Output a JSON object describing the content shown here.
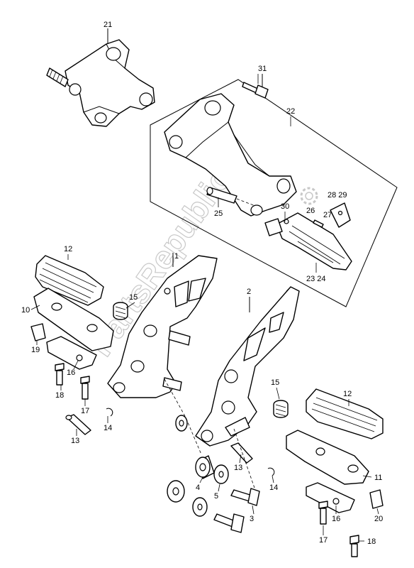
{
  "diagram": {
    "watermark": "PartsRepublic",
    "labels": {
      "p21": "21",
      "p31": "31",
      "p22": "22",
      "p28_29": "28 29",
      "p26": "26",
      "p27": "27",
      "p30": "30",
      "p25": "25",
      "p23_24": "23 24",
      "p12a": "12",
      "p1": "1",
      "p15a": "15",
      "p10": "10",
      "p19": "19",
      "p16a": "16",
      "p18a": "18",
      "p17a": "17",
      "p14a": "14",
      "p13a": "13",
      "p2": "2",
      "p15b": "15",
      "p12b": "12",
      "p11": "11",
      "p13b": "13",
      "p14b": "14",
      "p4": "4",
      "p5": "5",
      "p3": "3",
      "p16b": "16",
      "p20": "20",
      "p17b": "17",
      "p18b": "18"
    }
  }
}
